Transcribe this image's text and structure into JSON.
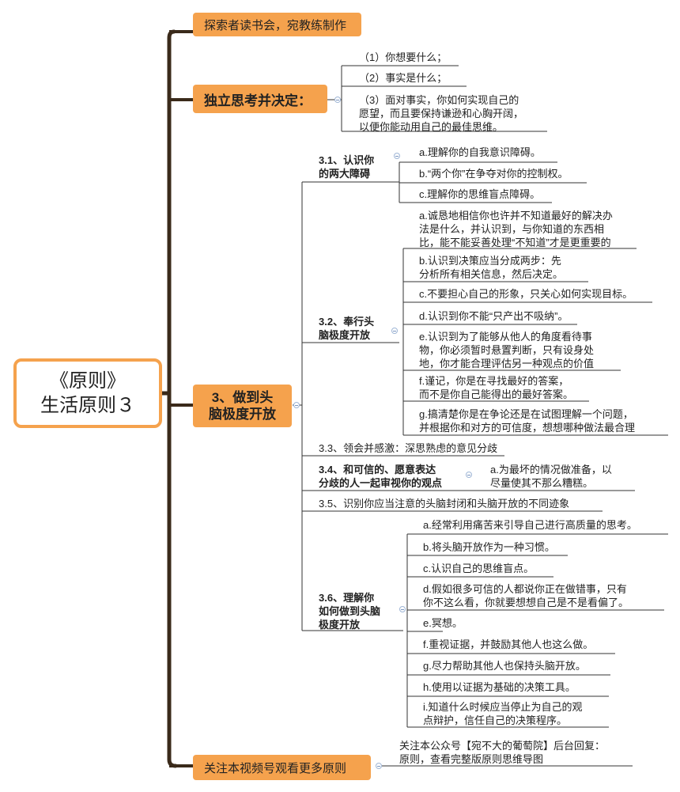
{
  "root": {
    "title_line1": "《原则》",
    "title_line2": "生活原则３"
  },
  "branches": {
    "intro": "探索者读书会，宛教练制作",
    "independent": "独立思考并决定：",
    "open_mind_line1": "3、做到头",
    "open_mind_line2": "脑极度开放",
    "follow": "关注本视频号观看更多原则"
  },
  "independent_items": [
    "（1）你想要什么；",
    "（2）事实是什么；",
    "（3）面对事实，你如何实现自己的",
    "愿望，而且要保持谦逊和心胸开阔，",
    "以便你能动用自己的最佳思维。"
  ],
  "s31": {
    "label_line1": "3.1、认识你",
    "label_line2": "的两大障碍",
    "items": [
      "a.理解你的自我意识障碍。",
      "b.“两个你”在争夺对你的控制权。",
      "c.理解你的思维盲点障碍。"
    ]
  },
  "s32": {
    "label_line1": "3.2、奉行头",
    "label_line2": "脑极度开放",
    "items": [
      [
        "a.诚恳地相信你也许并不知道最好的解决办",
        "法是什么，并认识到，与你知道的东西相",
        "比，能不能妥善处理“不知道”才是更重要的"
      ],
      [
        "b.认识到决策应当分成两步：先",
        "分析所有相关信息，然后决定。"
      ],
      [
        "c.不要担心自己的形象，只关心如何实现目标。"
      ],
      [
        "d.认识到你不能“只产出不吸纳”。"
      ],
      [
        "e.认识到为了能够从他人的角度看待事",
        "物，你必须暂时悬置判断，只有设身处",
        "地，你才能合理评估另一种观点的价值"
      ],
      [
        "f.谨记，你是在寻找最好的答案，",
        "而不是你自己能得出的最好答案。"
      ],
      [
        "g.搞清楚你是在争论还是在试图理解一个问题，",
        "并根据你和对方的可信度，想想哪种做法最合理"
      ]
    ]
  },
  "s33": {
    "label": "3.3、领会并感激：深思熟虑的意见分歧"
  },
  "s34": {
    "label_line1": "3.4、和可信的、愿意表达",
    "label_line2": "分歧的人一起审视你的观点",
    "item_line1": "a.为最坏的情况做准备，以",
    "item_line2": "尽量使其不那么糟糕。"
  },
  "s35": {
    "label": "3.5、识别你应当注意的头脑封闭和头脑开放的不同迹象"
  },
  "s36": {
    "label_line1": "3.6、理解你",
    "label_line2": "如何做到头脑",
    "label_line3": "极度开放",
    "items": [
      [
        "a.经常利用痛苦来引导自己进行高质量的思考。"
      ],
      [
        "b.将头脑开放作为一种习惯。"
      ],
      [
        "c.认识自己的思维盲点。"
      ],
      [
        "d.假如很多可信的人都说你正在做错事，只有",
        "你不这么看，你就要想想自己是不是看偏了。"
      ],
      [
        "e.冥想。"
      ],
      [
        "f.重视证据，并鼓励其他人也这么做。"
      ],
      [
        "g.尽力帮助其他人也保持头脑开放。"
      ],
      [
        "h.使用以证据为基础的决策工具。"
      ],
      [
        "i.知道什么时候应当停止为自己的观",
        "点辩护，信任自己的决策程序。"
      ]
    ]
  },
  "follow_note": {
    "line1": "关注本公众号【宛不大的葡萄院】后台回复：",
    "line2": "原则，查看完整版原则思维导图"
  },
  "colors": {
    "accent": "#f5a24d",
    "spine": "#3a2a1a",
    "line": "#333333"
  }
}
